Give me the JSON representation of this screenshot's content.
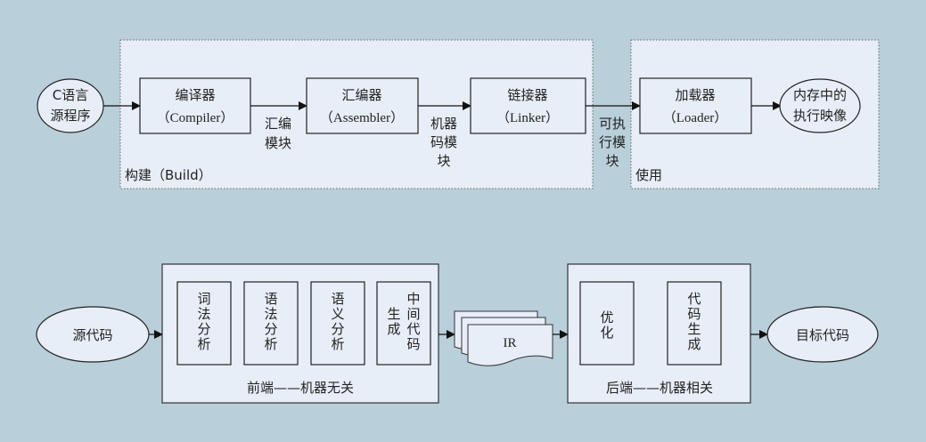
{
  "build_pipeline": {
    "source": {
      "line1": "C语言",
      "line2": "源程序"
    },
    "build_group_label": "构建（Build）",
    "use_group_label": "使用",
    "compiler": {
      "name": "编译器",
      "sub": "（Compiler）"
    },
    "assembler": {
      "name": "汇编器",
      "sub": "（Assembler）"
    },
    "linker": {
      "name": "链接器",
      "sub": "（Linker）"
    },
    "loader": {
      "name": "加载器",
      "sub": "（Loader）"
    },
    "result": {
      "line1": "内存中的",
      "line2": "执行映像"
    },
    "edge_asm": {
      "line1": "汇编",
      "line2": "模块"
    },
    "edge_obj": {
      "line1": "机器",
      "line2": "码模",
      "line3": "块"
    },
    "edge_exe": {
      "line1": "可执",
      "line2": "行模",
      "line3": "块"
    }
  },
  "compiler_structure": {
    "source": "源代码",
    "frontend": {
      "label": "前端——机器无关",
      "stages": [
        {
          "chars": [
            "词",
            "法",
            "分",
            "析"
          ]
        },
        {
          "chars": [
            "语",
            "法",
            "分",
            "析"
          ]
        },
        {
          "chars": [
            "语",
            "义",
            "分",
            "析"
          ]
        },
        {
          "col1": [
            "生",
            "成"
          ],
          "col2": [
            "中",
            "间",
            "代",
            "码"
          ]
        }
      ]
    },
    "ir": "IR",
    "backend": {
      "label": "后端——机器相关",
      "stages": [
        {
          "chars": [
            "优",
            "化"
          ]
        },
        {
          "chars": [
            "代",
            "码",
            "生",
            "成"
          ]
        }
      ]
    },
    "target": "目标代码"
  }
}
